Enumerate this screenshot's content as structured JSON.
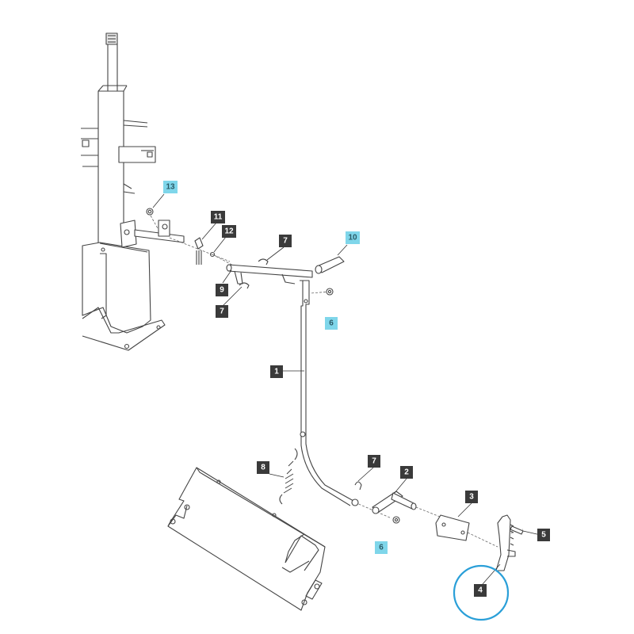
{
  "diagram": {
    "colors": {
      "line": "#444444",
      "callout_dark": "#3a3a3a",
      "callout_highlight": "#7fd6ea",
      "callout_text_light": "#ffffff",
      "callout_text_dark": "#2a5a66",
      "selection_ring": "#2a9fd8"
    },
    "callouts": [
      {
        "id": "c13",
        "label": "13",
        "style": "highlight"
      },
      {
        "id": "c11",
        "label": "11",
        "style": "dark"
      },
      {
        "id": "c12",
        "label": "12",
        "style": "dark"
      },
      {
        "id": "c7a",
        "label": "7",
        "style": "dark"
      },
      {
        "id": "c10",
        "label": "10",
        "style": "highlight"
      },
      {
        "id": "c9",
        "label": "9",
        "style": "dark"
      },
      {
        "id": "c7b",
        "label": "7",
        "style": "dark"
      },
      {
        "id": "c6a",
        "label": "6",
        "style": "highlight"
      },
      {
        "id": "c1",
        "label": "1",
        "style": "dark"
      },
      {
        "id": "c8",
        "label": "8",
        "style": "dark"
      },
      {
        "id": "c7c",
        "label": "7",
        "style": "dark"
      },
      {
        "id": "c2",
        "label": "2",
        "style": "dark"
      },
      {
        "id": "c3",
        "label": "3",
        "style": "dark"
      },
      {
        "id": "c5",
        "label": "5",
        "style": "dark"
      },
      {
        "id": "c6b",
        "label": "6",
        "style": "highlight"
      },
      {
        "id": "c4",
        "label": "4",
        "style": "dark",
        "selected": true
      }
    ]
  }
}
